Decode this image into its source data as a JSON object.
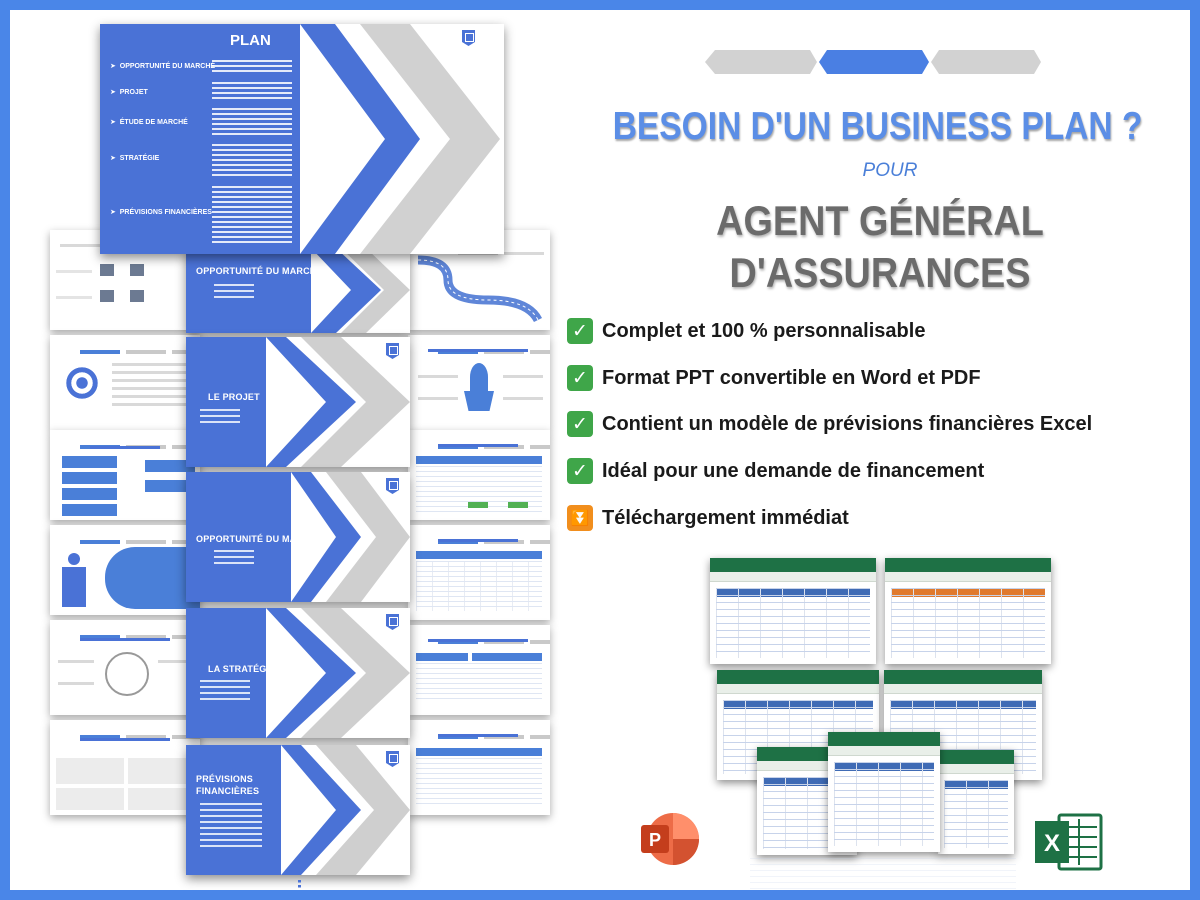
{
  "headline": "BESOIN D'UN BUSINESS PLAN ?",
  "pour": "POUR",
  "job_line1": "AGENT GÉNÉRAL",
  "job_line2": "D'ASSURANCES",
  "features": [
    {
      "icon": "check-icon",
      "text": "Complet et 100 % personnalisable"
    },
    {
      "icon": "check-icon",
      "text": "Format PPT convertible en Word et PDF"
    },
    {
      "icon": "check-icon",
      "text": "Contient un modèle de prévisions financières Excel"
    },
    {
      "icon": "check-icon",
      "text": "Idéal pour une demande de financement"
    },
    {
      "icon": "download-arrow-icon",
      "text": "Téléchargement immédiat"
    }
  ],
  "plan_slide": {
    "title": "PLAN",
    "sections": [
      "OPPORTUNITÉ DU MARCHÉ",
      "PROJET",
      "ÉTUDE DE MARCHÉ",
      "STRATÉGIE",
      "PRÉVISIONS FINANCIÈRES"
    ]
  },
  "slides": [
    {
      "title": "OPPORTUNITÉ DU MARCHÉ"
    },
    {
      "title": "LE PROJET"
    },
    {
      "title": "OPPORTUNITÉ DU MARCHÉ"
    },
    {
      "title": "LA STRATÉGIE"
    },
    {
      "title": "PRÉVISIONS FINANCIÈRES"
    }
  ],
  "colors": {
    "frame": "#4a86e8",
    "slide_blue": "#4a72d6",
    "headline_blue": "#5b8ee6",
    "job_grey": "#6b6b6b",
    "check_green": "#3fa649",
    "download_orange": "#f18e1d",
    "excel_green": "#1e7145",
    "powerpoint_orange": "#d35230"
  },
  "icons": {
    "powerpoint": "powerpoint-logo-icon",
    "excel": "excel-logo-icon"
  }
}
